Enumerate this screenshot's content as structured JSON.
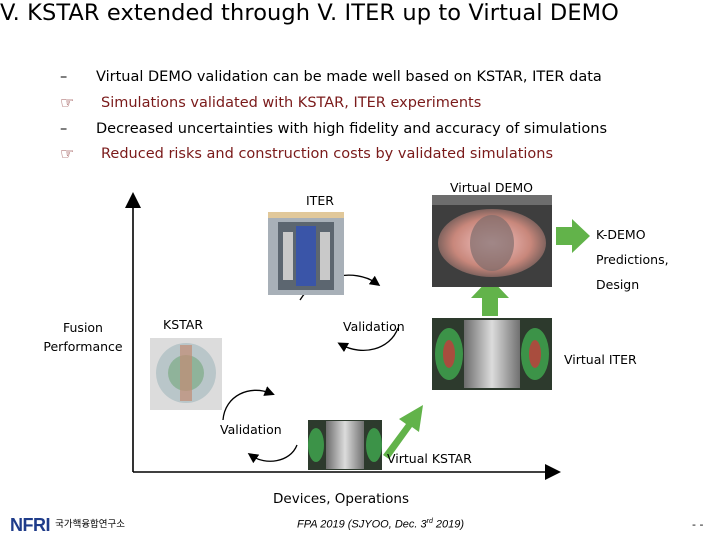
{
  "title": "V. KSTAR extended through V. ITER up to Virtual DEMO",
  "bullets": [
    {
      "marker": "–",
      "text": "Virtual DEMO validation can be made well based on KSTAR, ITER data",
      "color": "#000000"
    },
    {
      "marker": "☞",
      "text": "Simulations validated with KSTAR, ITER experiments",
      "color": "#7a1a1a"
    },
    {
      "marker": "–",
      "text": "Decreased uncertainties with high fidelity and accuracy of simulations",
      "color": "#000000"
    },
    {
      "marker": "☞",
      "text": "Reduced risks and construction costs by validated simulations",
      "color": "#7a1a1a"
    }
  ],
  "diagram": {
    "y_axis_label_line1": "Fusion",
    "y_axis_label_line2": "Performance",
    "x_axis_label": "Devices, Operations",
    "nodes": {
      "kstar": "KSTAR",
      "iter": "ITER",
      "virtual_kstar": "Virtual KSTAR",
      "virtual_iter": "Virtual ITER",
      "virtual_demo": "Virtual DEMO"
    },
    "validation_1": "Validation",
    "validation_2": "Validation",
    "kdemo_line1": "K-DEMO",
    "kdemo_line2": "Predictions,",
    "kdemo_line3": "Design"
  },
  "footer": {
    "logo_text": "NFRI",
    "logo_korean": "국가핵융합연구소",
    "citation_main": "FPA 2019 (SJYOO, Dec. 3",
    "citation_sup": "rd",
    "citation_end": " 2019)",
    "page_marker": "- -"
  },
  "colors": {
    "arrow_green": "#62b34a",
    "accent_red": "#7a1a1a",
    "logo_blue": "#1f3c8a",
    "logo_red": "#d71920"
  }
}
